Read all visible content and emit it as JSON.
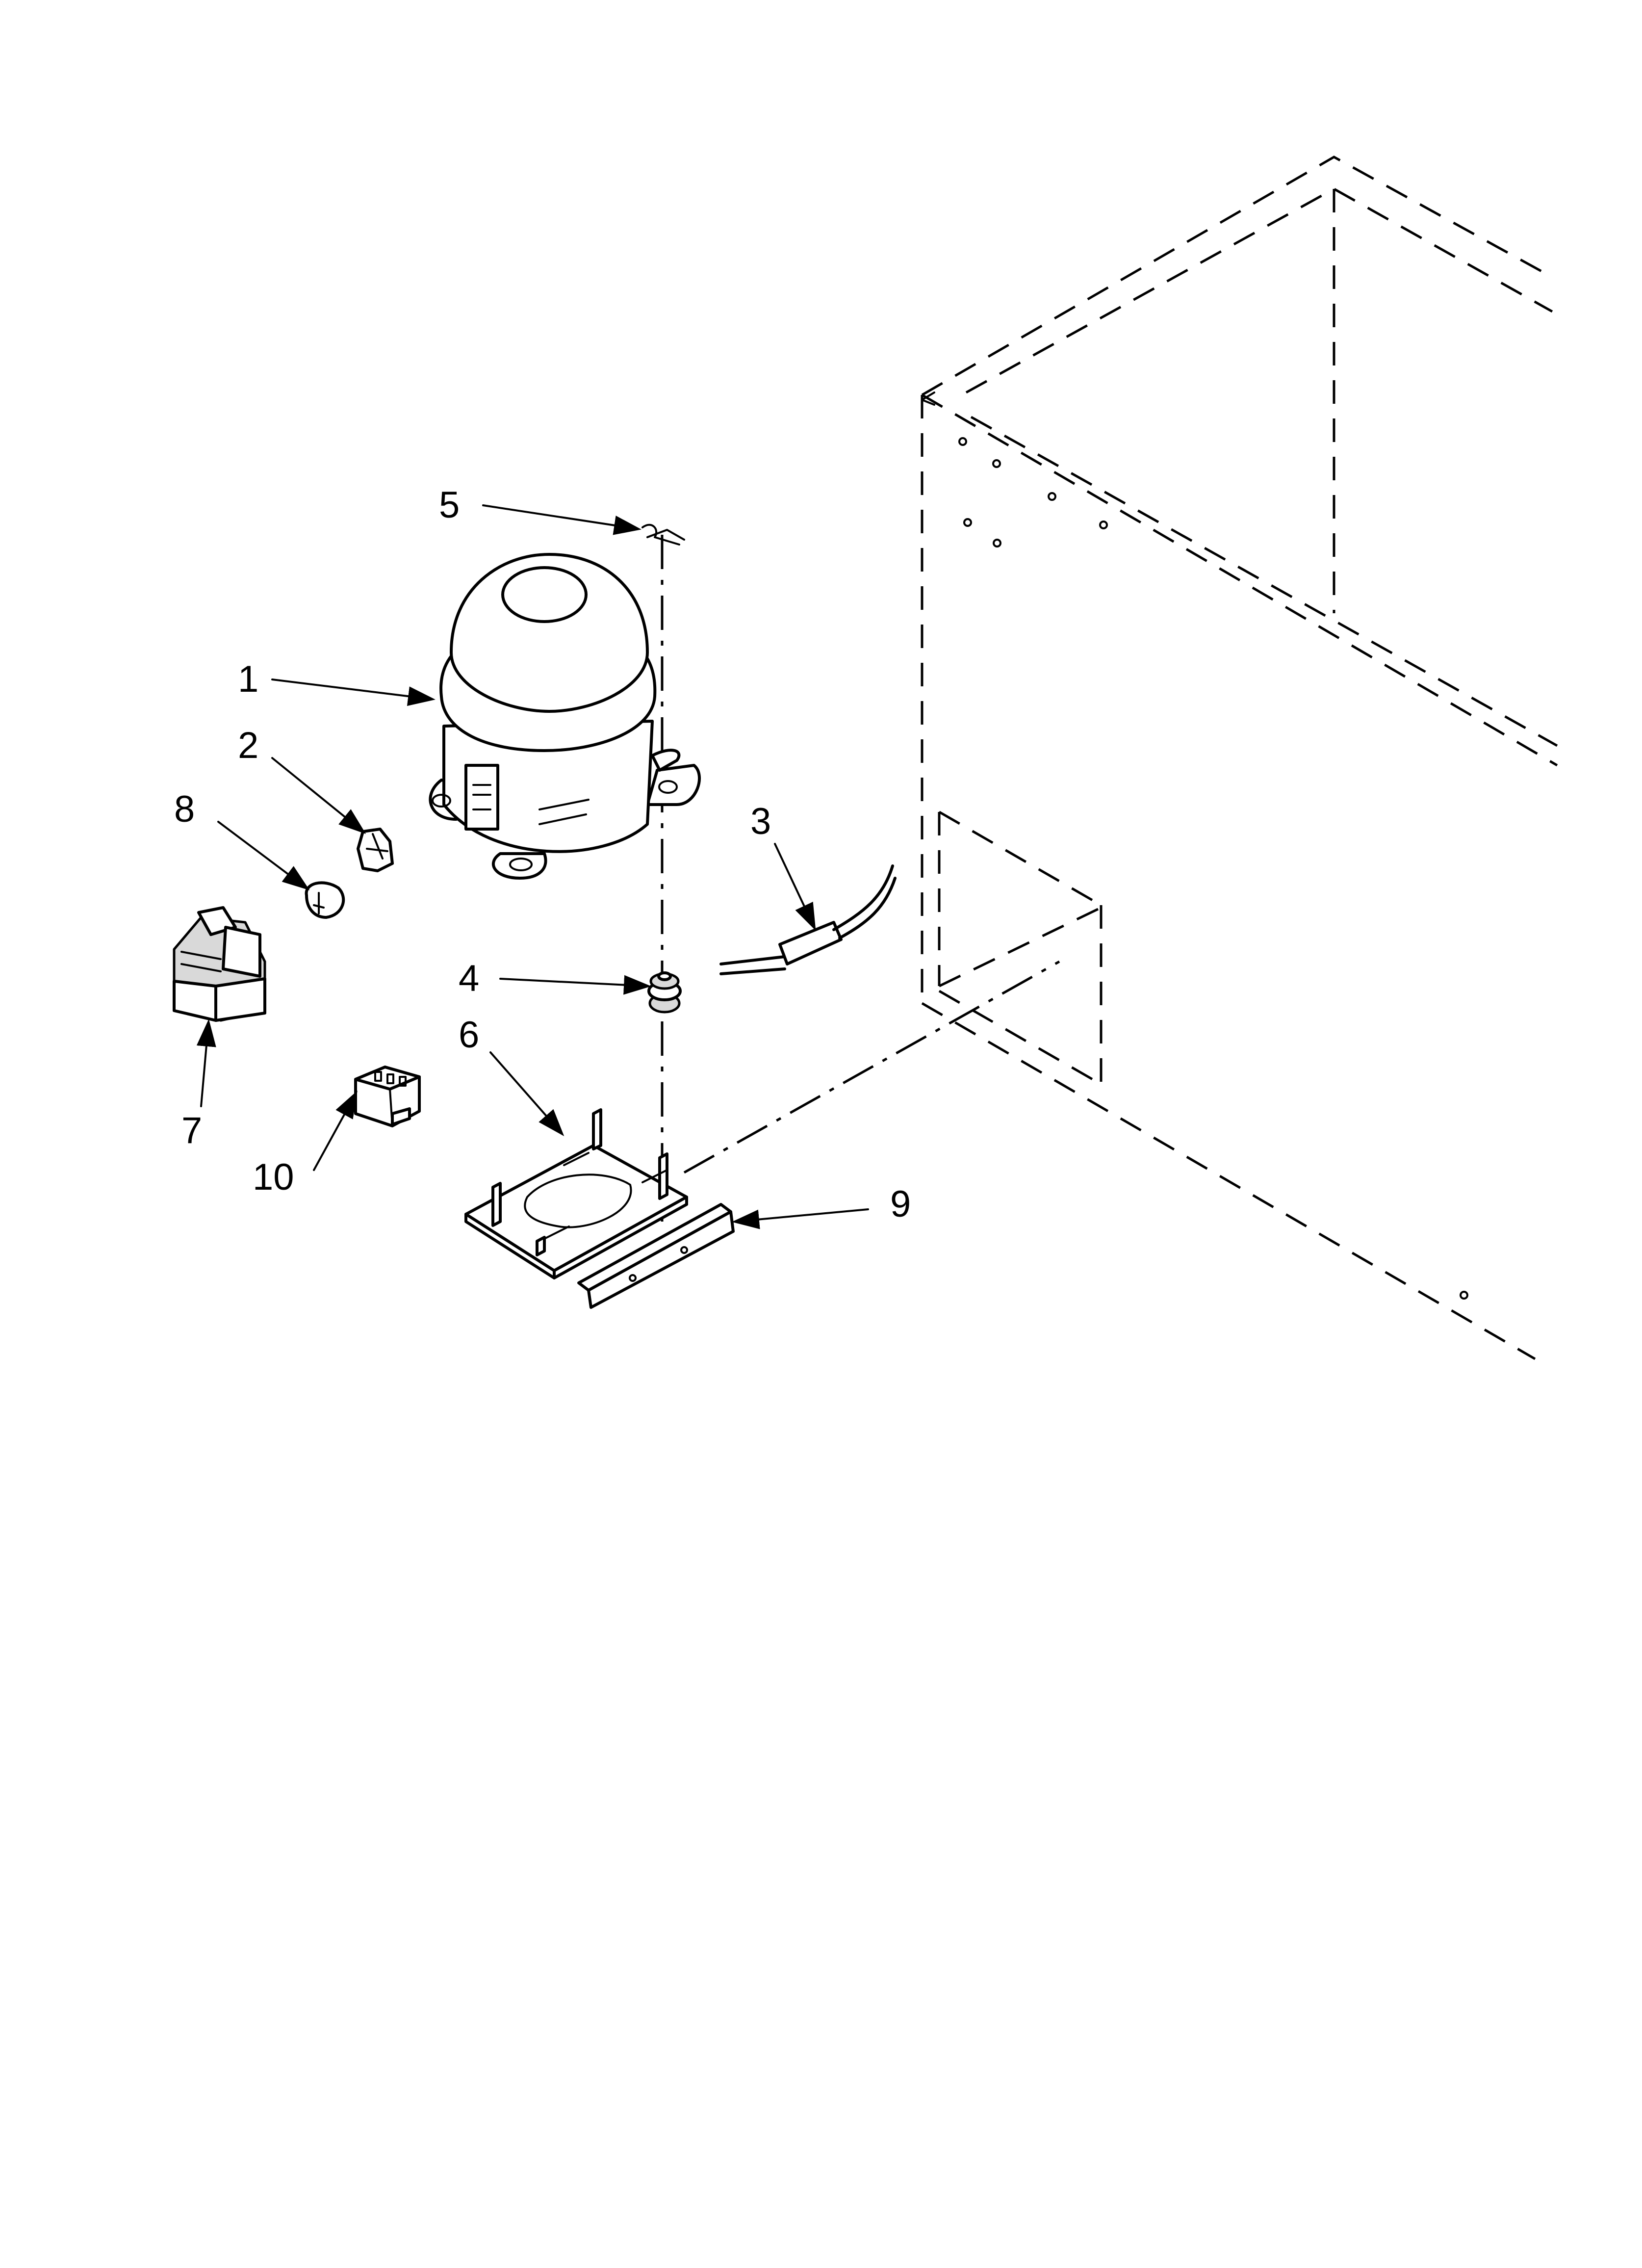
{
  "diagram": {
    "callouts": [
      {
        "id": "1",
        "label": "1"
      },
      {
        "id": "2",
        "label": "2"
      },
      {
        "id": "3",
        "label": "3"
      },
      {
        "id": "4",
        "label": "4"
      },
      {
        "id": "5",
        "label": "5"
      },
      {
        "id": "6",
        "label": "6"
      },
      {
        "id": "7",
        "label": "7"
      },
      {
        "id": "8",
        "label": "8"
      },
      {
        "id": "9",
        "label": "9"
      },
      {
        "id": "10",
        "label": "10"
      }
    ],
    "colors": {
      "line": "#000000",
      "background": "#ffffff",
      "shade": "#d9d9d9"
    }
  }
}
